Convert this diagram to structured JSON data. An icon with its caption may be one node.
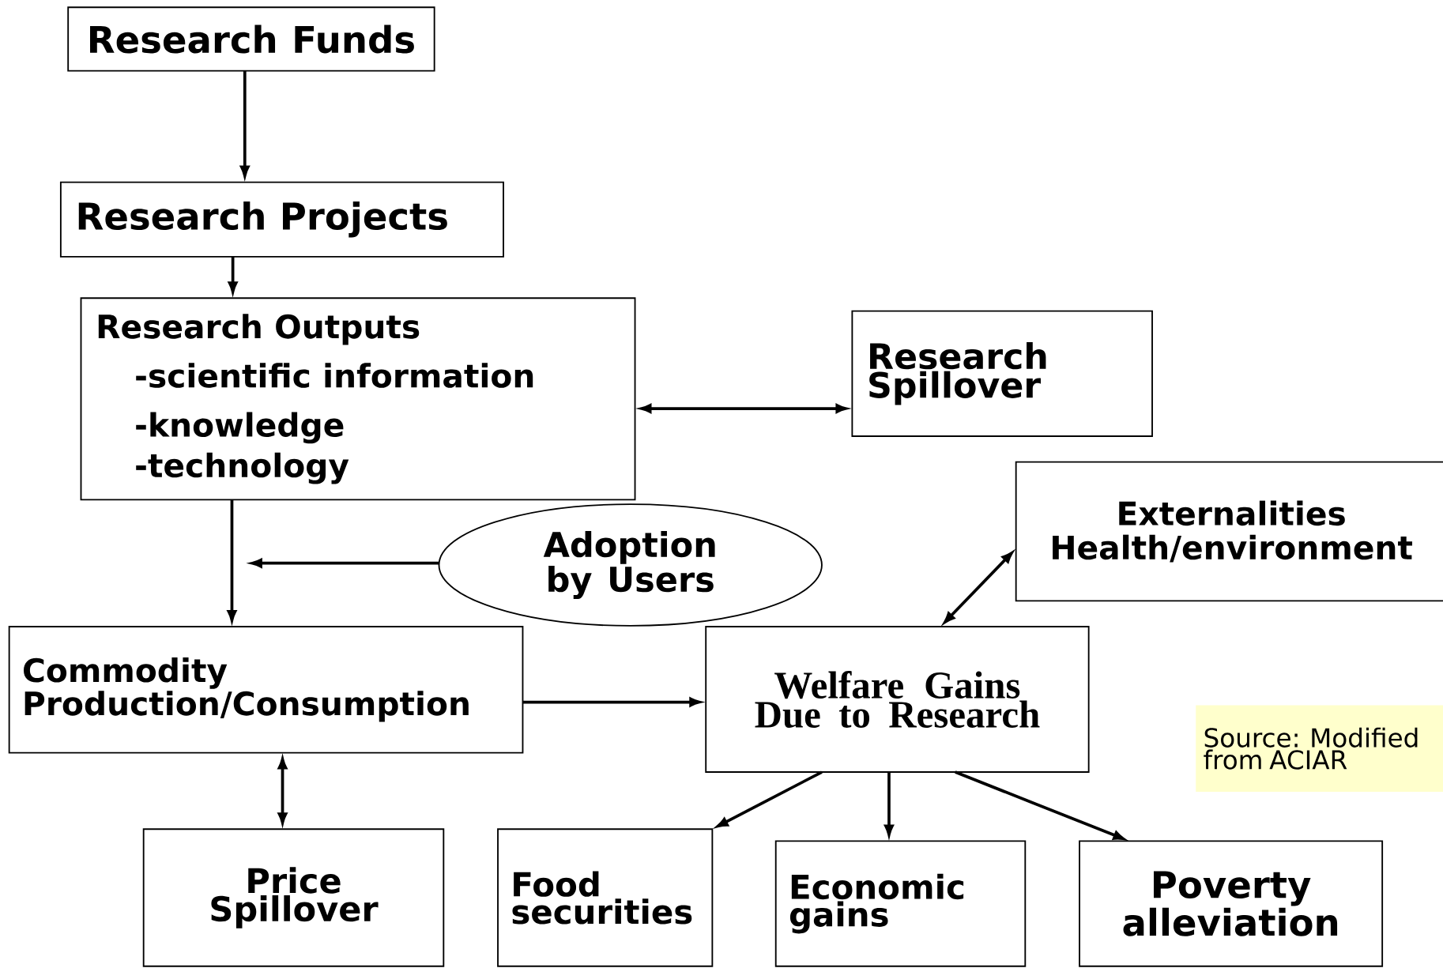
{
  "diagram": {
    "nodes": [
      {
        "text": [
          "Research Funds"
        ]
      },
      {
        "text": [
          "Research Projects"
        ]
      },
      {
        "text": [
          "Research Outputs",
          "-scientific information",
          "-knowledge",
          "-technology"
        ]
      },
      {
        "text": [
          "Research Spillover"
        ]
      },
      {
        "text": [
          "Externalities",
          "Health/environment"
        ]
      },
      {
        "text": [
          "Adoption by Users"
        ]
      },
      {
        "text": [
          "Commodity Production/Consumption"
        ]
      },
      {
        "text": [
          "Welfare Gains Due to Research"
        ]
      },
      {
        "text": [
          "Price Spillover"
        ]
      },
      {
        "text": [
          "Food securities"
        ]
      },
      {
        "text": [
          "Economic gains"
        ]
      },
      {
        "text": [
          "Poverty alleviation"
        ]
      }
    ],
    "edges": [
      {
        "from": 0,
        "to": 1,
        "arrow": "to"
      },
      {
        "from": 1,
        "to": 2,
        "arrow": "to"
      },
      {
        "from": 2,
        "to": 3,
        "arrow": "both"
      },
      {
        "from": 2,
        "to": 6,
        "arrow": "to"
      },
      {
        "from": 5,
        "to": null,
        "arrow": "to"
      },
      {
        "from": 6,
        "to": 7,
        "arrow": "to"
      },
      {
        "from": 7,
        "to": 4,
        "arrow": "both"
      },
      {
        "from": 6,
        "to": 8,
        "arrow": "both"
      },
      {
        "from": 7,
        "to": 9,
        "arrow": "to"
      },
      {
        "from": 7,
        "to": 10,
        "arrow": "to"
      },
      {
        "from": 7,
        "to": 11,
        "arrow": "to"
      }
    ],
    "labels": [
      "Source: Modified from ACIAR"
    ]
  }
}
